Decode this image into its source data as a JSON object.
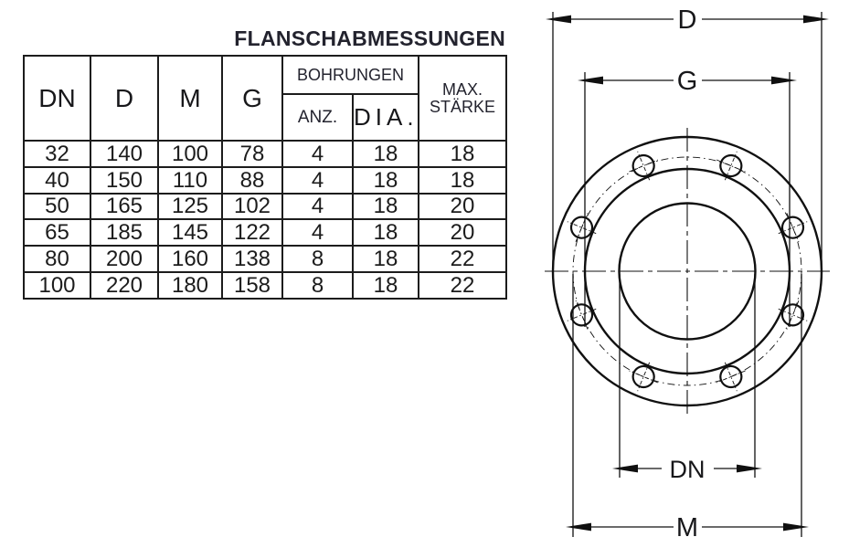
{
  "title": "FLANSCHABMESSUNGEN",
  "colors": {
    "line": "#101010",
    "text_cad": "#17171a",
    "text_bold": "#23232e",
    "background": "#ffffff"
  },
  "table": {
    "col_headers": {
      "dn": "DN",
      "d": "D",
      "m": "M",
      "g": "G",
      "bohrungen": "BOHRUNGEN",
      "anz": "ANZ.",
      "dia": "DIA.",
      "max_line1": "MAX.",
      "max_line2": "STÄRKE"
    },
    "rows": [
      [
        "32",
        "140",
        "100",
        "78",
        "4",
        "18",
        "18"
      ],
      [
        "40",
        "150",
        "110",
        "88",
        "4",
        "18",
        "18"
      ],
      [
        "50",
        "165",
        "125",
        "102",
        "4",
        "18",
        "20"
      ],
      [
        "65",
        "185",
        "145",
        "122",
        "4",
        "18",
        "20"
      ],
      [
        "80",
        "200",
        "160",
        "138",
        "8",
        "18",
        "22"
      ],
      [
        "100",
        "220",
        "180",
        "158",
        "8",
        "18",
        "22"
      ]
    ]
  },
  "drawing": {
    "dim_labels": {
      "d": "D",
      "g": "G",
      "dn": "DN",
      "m": "M"
    },
    "bolt_hole_count": 8
  }
}
